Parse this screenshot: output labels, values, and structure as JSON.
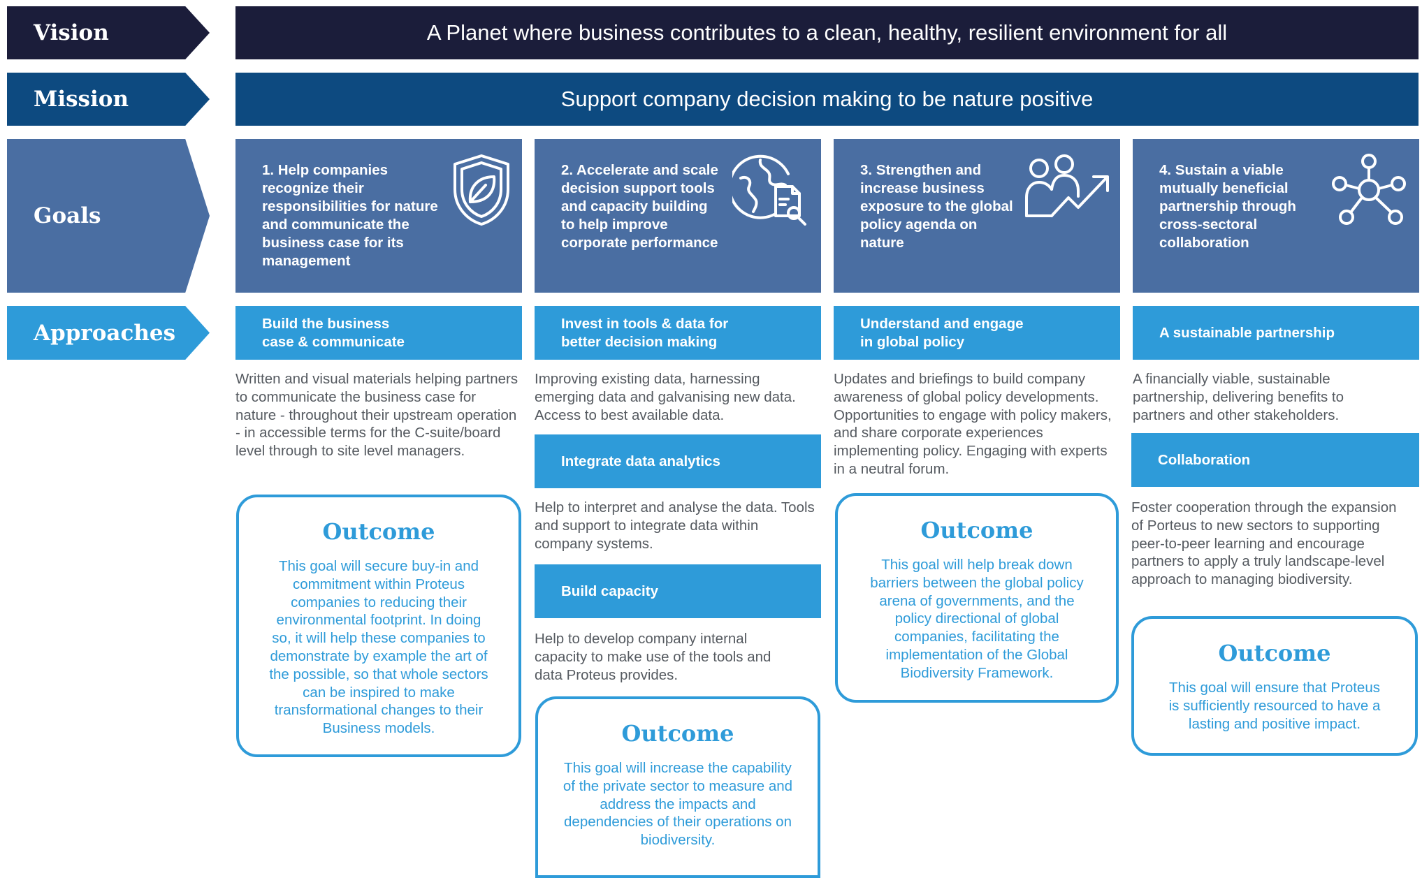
{
  "rows": {
    "vision": "Vision",
    "mission": "Mission",
    "goals": "Goals",
    "approaches": "Approaches"
  },
  "vision_text": "A Planet where business contributes to a clean, healthy, resilient environment for all",
  "mission_text": "Support company decision making to be nature positive",
  "goals": [
    {
      "text": "1. Help companies recognize their responsibilities for nature and communicate the business case for its management",
      "icon": "shield-leaf-icon"
    },
    {
      "text": "2. Accelerate and scale decision support tools and capacity building to help improve corporate performance",
      "icon": "globe-document-search-icon"
    },
    {
      "text": "3. Strengthen and increase business exposure to the global policy agenda on nature",
      "icon": "people-trend-arrow-icon"
    },
    {
      "text": "4. Sustain a viable mutually beneficial partnership through cross-sectoral collaboration",
      "icon": "network-nodes-icon"
    }
  ],
  "columns": [
    {
      "approach": "Build the business case & communicate",
      "description": "Written and visual materials helping partners to communicate the business case for nature - throughout their upstream operation - in accessible terms for the C-suite/board level through to site level managers.",
      "outcome_title": "Outcome",
      "outcome_text": "This goal will secure buy-in and commitment within Proteus companies to reducing their environmental footprint. In doing so, it will help these companies to demonstrate by example the art of the possible, so that whole sectors can be inspired to make transformational changes to their Business models."
    },
    {
      "approach": "Invest in tools & data for better decision making",
      "description": "Improving existing data, harnessing emerging data and galvanising new data. Access to best available data.",
      "sub_approach_1": "Integrate data analytics",
      "sub_description_1": "Help to interpret and analyse the data. Tools and support to integrate data within company systems.",
      "sub_approach_2": "Build capacity",
      "sub_description_2": "Help to develop company internal capacity to make use of the tools and data Proteus provides.",
      "outcome_title": "Outcome",
      "outcome_text": "This goal will increase the capability of the private sector to measure and address the impacts and dependencies of their operations on biodiversity."
    },
    {
      "approach": "Understand and engage in global policy",
      "description": "Updates and briefings to build company awareness of global policy developments. Opportunities to engage with policy makers, and share corporate experiences implementing policy. Engaging with experts in a neutral forum.",
      "outcome_title": "Outcome",
      "outcome_text": "This goal will help break down barriers between the global policy arena of governments, and the policy directional of global companies, facilitating the implementation of the Global Biodiversity Framework."
    },
    {
      "approach": "A sustainable partnership",
      "description": "A financially viable, sustainable partnership, delivering benefits to partners and other stakeholders.",
      "sub_approach_1": "Collaboration",
      "sub_description_1": "Foster cooperation through the expansion of Porteus to new sectors to supporting peer-to-peer learning and encourage partners to apply a truly landscape-level approach to managing biodiversity.",
      "outcome_title": "Outcome",
      "outcome_text": "This goal will ensure that Proteus is sufficiently resourced to have a lasting and positive impact."
    }
  ],
  "colors": {
    "vision": "#1b1d3a",
    "mission": "#0d4a80",
    "goals": "#4a6ea2",
    "approaches": "#2e9bd9",
    "body_text": "#555a60"
  }
}
